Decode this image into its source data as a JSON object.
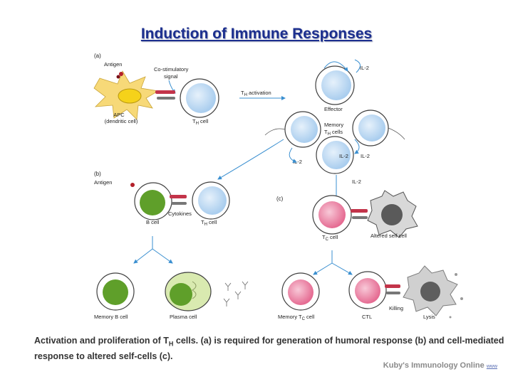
{
  "title": "Induction of Immune Responses",
  "caption": {
    "before": "Activation and proliferation of T",
    "sub": "H",
    "after": " cells. (a) is required for generation of humoral response (b) and cell-mediated response to altered self-cells (c)."
  },
  "credit": {
    "text": "Kuby's Immunology Online",
    "link": "www"
  },
  "diagram": {
    "panel_a": "(a)",
    "panel_b": "(b)",
    "panel_c": "(c)",
    "antigen": "Antigen",
    "costim_1": "Co-stimulatory",
    "costim_2": "signal",
    "apc_1": "APC",
    "apc_2": "(dendritic cell)",
    "th_cell_main": "T",
    "th_cell_sub": "H",
    "th_cell_end": " cell",
    "th_act_main": "T",
    "th_act_sub": "H",
    "th_act_end": " activation",
    "il2": "IL-2",
    "effector": "Effector",
    "memory": "Memory",
    "memory_th_sub": "H",
    "memory_th_end": " cells",
    "cytokines": "Cytokines",
    "b_cell": "B cell",
    "tc_cell_main": "T",
    "tc_cell_sub": "C",
    "tc_cell_end": " cell",
    "altered_self": "Altered self cell",
    "memory_b": "Memory B cell",
    "plasma": "Plasma cell",
    "memory_tc_main": "Memory T",
    "memory_tc_sub": "C",
    "memory_tc_end": " cell",
    "ctl": "CTL",
    "killing": "Killing",
    "lysis": "Lysis"
  }
}
